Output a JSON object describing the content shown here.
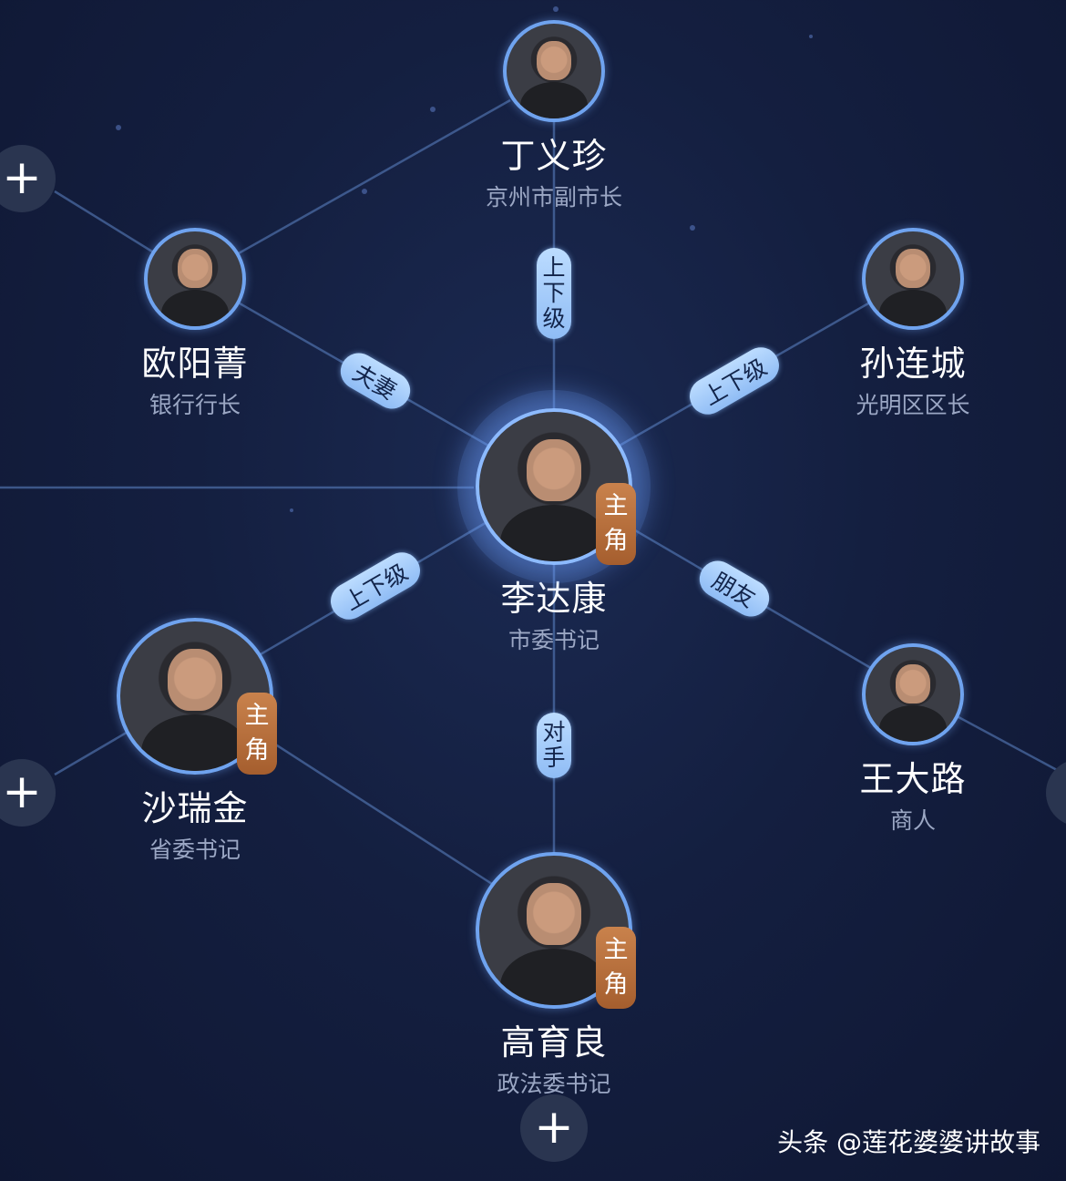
{
  "center": {
    "name": "李达康",
    "role": "市委书记",
    "badge": [
      "主",
      "角"
    ]
  },
  "nodes": {
    "ding": {
      "name": "丁义珍",
      "role": "京州市副市长"
    },
    "ouyang": {
      "name": "欧阳菁",
      "role": "银行行长"
    },
    "sun": {
      "name": "孙连城",
      "role": "光明区区长"
    },
    "sha": {
      "name": "沙瑞金",
      "role": "省委书记",
      "badge": [
        "主",
        "角"
      ]
    },
    "wang": {
      "name": "王大路",
      "role": "商人"
    },
    "gao": {
      "name": "高育良",
      "role": "政法委书记",
      "badge": [
        "主",
        "角"
      ]
    }
  },
  "relations": {
    "ding": [
      "上",
      "下",
      "级"
    ],
    "ouyang": "夫妻",
    "sun": "上下级",
    "sha": "上下级",
    "wang": "朋友",
    "gao": [
      "对",
      "手"
    ]
  },
  "plus_symbol": "+",
  "watermark": "头条 @莲花婆婆讲故事",
  "colors": {
    "background": "#141f40",
    "ring": "#6fa3ef",
    "badge": "#b86b38",
    "relation_pill": "#a9cdfb"
  }
}
